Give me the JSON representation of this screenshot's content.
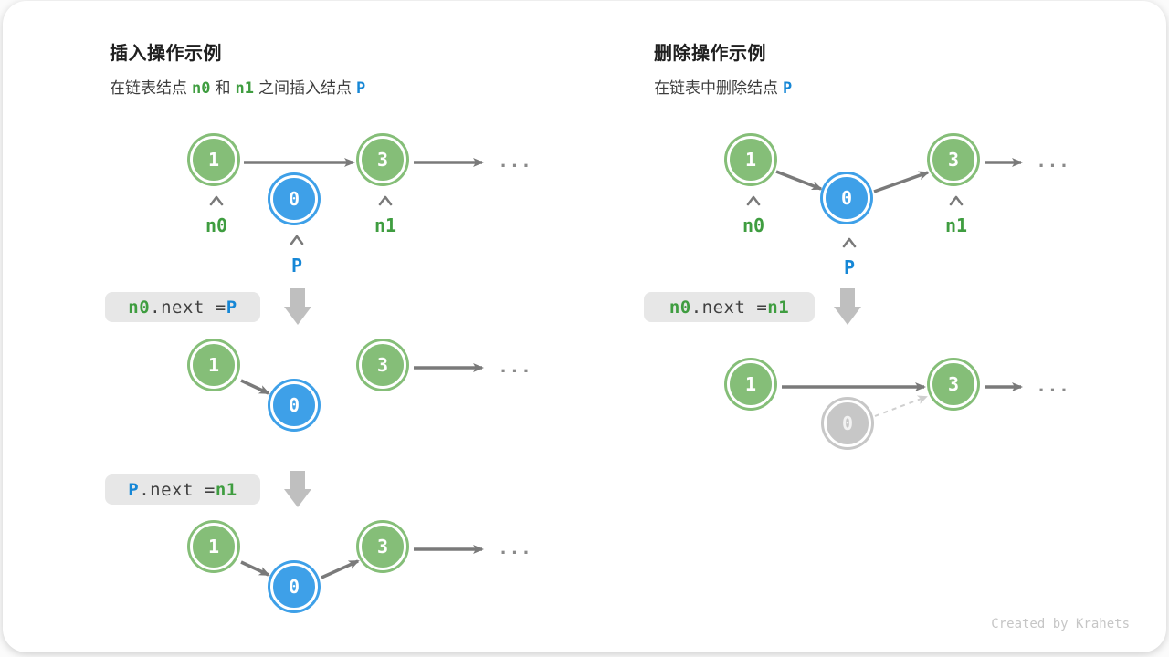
{
  "palette": {
    "node_green": "#85BE78",
    "node_blue": "#3EA0E8",
    "node_gray": "#C7C7C7",
    "text_green": "#3F9D40",
    "text_blue": "#1687D6",
    "arrow_gray": "#7A7A7A",
    "block_arrow_gray": "#BFBFBF",
    "codebox_bg": "#E7E7E7"
  },
  "insert": {
    "title": "插入操作示例",
    "subtitle": {
      "a": "在链表结点",
      "n0": "n0",
      "b": "和",
      "n1": "n1",
      "c": "之间插入结点",
      "p": "P"
    },
    "nodes": {
      "first": "1",
      "inserted": "0",
      "second": "3"
    },
    "labels": {
      "n0": "n0",
      "n1": "n1",
      "p": "P"
    },
    "code1": {
      "lhs": "n0",
      "mid": ".next = ",
      "rhs": "P"
    },
    "code2": {
      "lhs": "P",
      "mid": ".next = ",
      "rhs": "n1"
    },
    "ellipsis": "..."
  },
  "delete": {
    "title": "删除操作示例",
    "subtitle": {
      "a": "在链表中删除结点",
      "p": "P"
    },
    "nodes": {
      "first": "1",
      "removed": "0",
      "second": "3"
    },
    "labels": {
      "n0": "n0",
      "n1": "n1",
      "p": "P"
    },
    "code1": {
      "lhs": "n0",
      "mid": ".next = ",
      "rhs": "n1"
    },
    "ellipsis": "..."
  },
  "footer": "Created by Krahets"
}
